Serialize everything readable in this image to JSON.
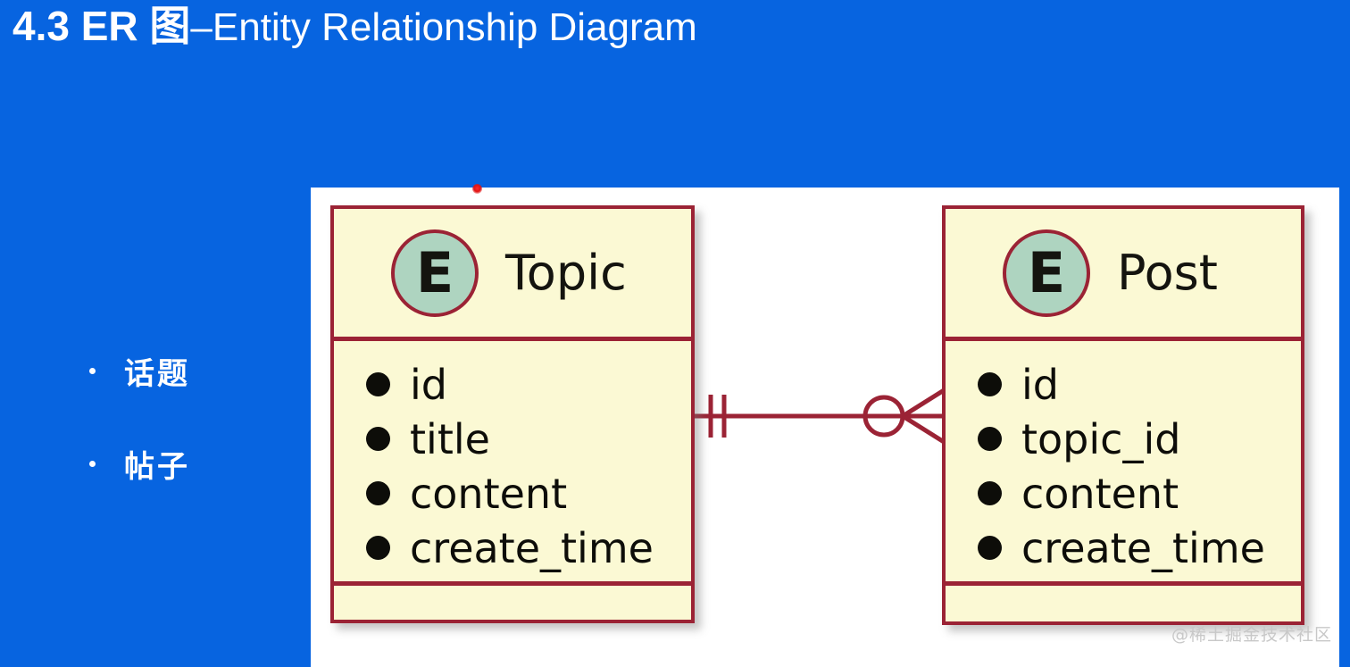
{
  "slide": {
    "title_bold": "4.3 ER ",
    "title_cjk": "图",
    "title_light": "–Entity Relationship Diagram",
    "background_color": "#0764e0",
    "canvas_color": "#ffffff"
  },
  "bullets": [
    {
      "label": "话题"
    },
    {
      "label": "帖子"
    }
  ],
  "diagram": {
    "type": "er-diagram",
    "entity_border_color": "#9b2335",
    "entity_fill_color": "#fbf9d4",
    "badge_fill_color": "#aed4c0",
    "entities": [
      {
        "badge_letter": "E",
        "name": "Topic",
        "fields": [
          {
            "name": "id"
          },
          {
            "name": "title"
          },
          {
            "name": "content"
          },
          {
            "name": "create_time"
          }
        ]
      },
      {
        "badge_letter": "E",
        "name": "Post",
        "fields": [
          {
            "name": "id"
          },
          {
            "name": "topic_id"
          },
          {
            "name": "content"
          },
          {
            "name": "create_time"
          }
        ]
      }
    ],
    "relationship": {
      "left_cardinality": "one-and-only-one",
      "right_cardinality": "zero-or-many",
      "line_color": "#9b2335"
    }
  },
  "annotation": {
    "dot_color": "#e01414"
  },
  "watermark": {
    "text": "@稀土掘金技术社区"
  }
}
